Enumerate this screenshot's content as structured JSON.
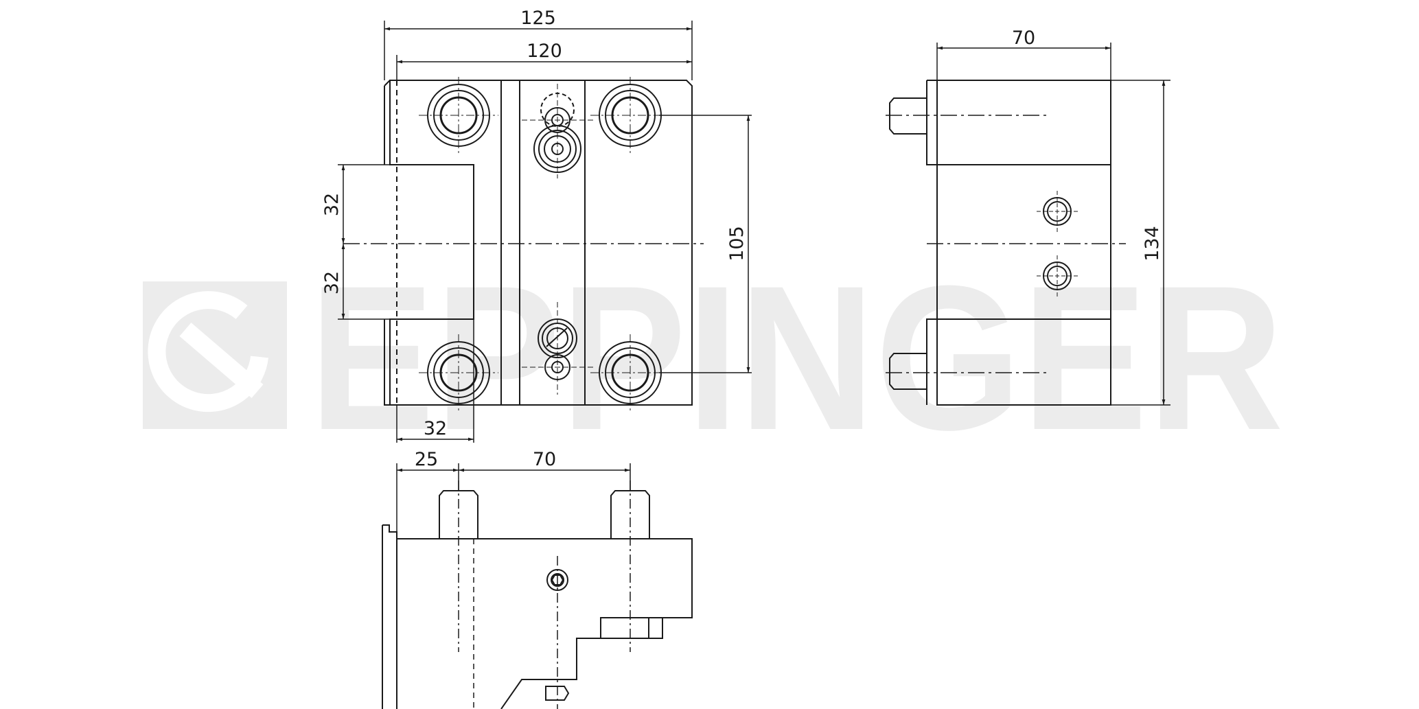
{
  "watermark": {
    "brand": "EPPINGER",
    "color": "#ececec"
  },
  "colors": {
    "line": "#1a1a1a",
    "background": "#ffffff"
  },
  "dimensions": {
    "front": {
      "overall_width": "125",
      "inner_width": "120",
      "slot_upper": "32",
      "slot_lower": "32",
      "slot_depth": "32",
      "bolt_spacing": "105"
    },
    "side": {
      "width": "70",
      "height": "134"
    },
    "bottom": {
      "offset": "25",
      "pin_spacing": "70"
    }
  }
}
